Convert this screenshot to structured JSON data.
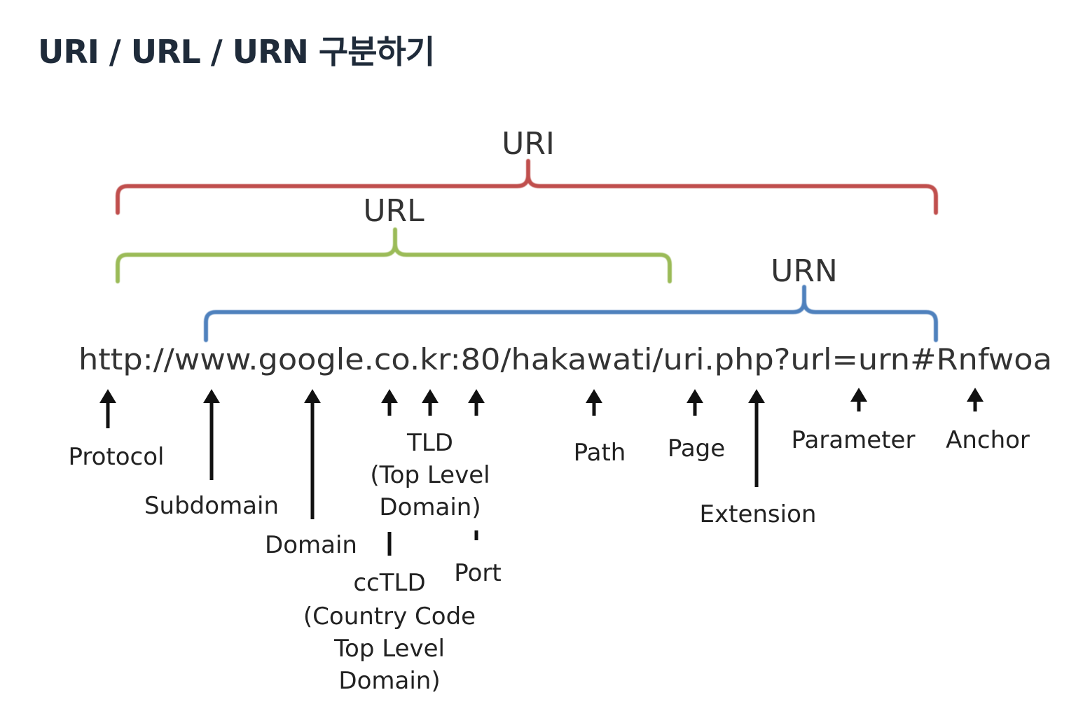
{
  "title": "URI / URL / URN 구분하기",
  "brackets": {
    "uri": {
      "label": "URI",
      "color": "#c0504d"
    },
    "url": {
      "label": "URL",
      "color": "#9bbb59"
    },
    "urn": {
      "label": "URN",
      "color": "#4f81bd"
    }
  },
  "example_url": "http://www.google.co.kr:80/hakawati/uri.php?url=urn#Rnfwoa",
  "parts": {
    "protocol": "Protocol",
    "subdomain": "Subdomain",
    "domain": "Domain",
    "tld": [
      "TLD",
      "(Top Level",
      "Domain)"
    ],
    "cctld": [
      "ccTLD",
      "(Country Code",
      "Top Level",
      "Domain)"
    ],
    "port": "Port",
    "path": "Path",
    "page": "Page",
    "extension": "Extension",
    "parameter": "Parameter",
    "anchor": "Anchor"
  }
}
